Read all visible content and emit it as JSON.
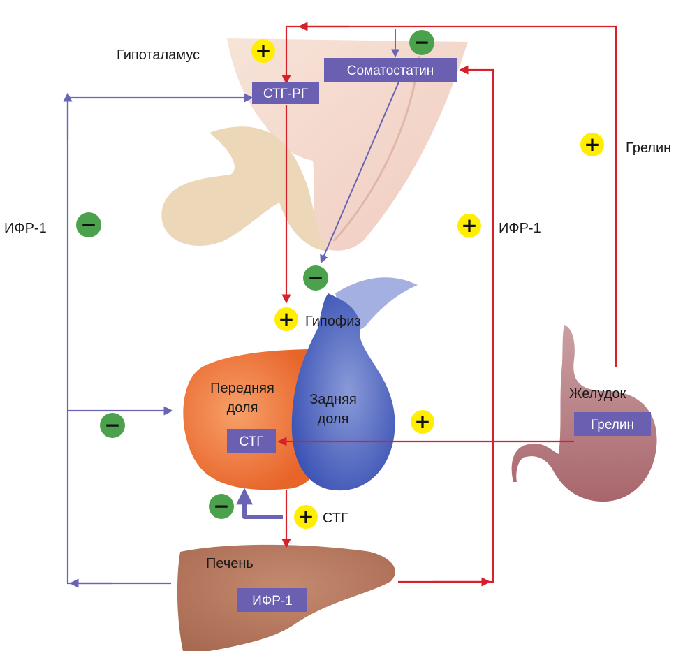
{
  "labels": {
    "hypothalamus": "Гипоталамус",
    "pituitary": "Гипофиз",
    "anterior_lobe_line1": "Передняя",
    "anterior_lobe_line2": "доля",
    "posterior_lobe_line1": "Задняя",
    "posterior_lobe_line2": "доля",
    "stomach": "Желудок",
    "liver": "Печень",
    "ghrelin_right": "Грелин",
    "igf_left": "ИФР-1",
    "igf_mid": "ИФР-1",
    "stg_output": "СТГ"
  },
  "boxes": {
    "stg_rg": "СТГ-РГ",
    "somatostatin": "Соматостатин",
    "stg": "СТГ",
    "ghrelin": "Грелин",
    "igf": "ИФР-1"
  },
  "signs": {
    "plus": "+",
    "minus": "−"
  },
  "colors": {
    "stimulation_arrow": "#d6202a",
    "inhibition_arrow": "#6a64b4",
    "label_box": "#6a5fb0",
    "plus_badge": "#ffee00",
    "minus_badge": "#4ca24c",
    "hypothalamus": "#f2d6c8",
    "pituitary_stalk": "#ecd7b8",
    "anterior_lobe": "#f07a3c",
    "posterior_lobe": "#4f66c0",
    "stomach": "#b77a80",
    "liver": "#b87a62"
  }
}
